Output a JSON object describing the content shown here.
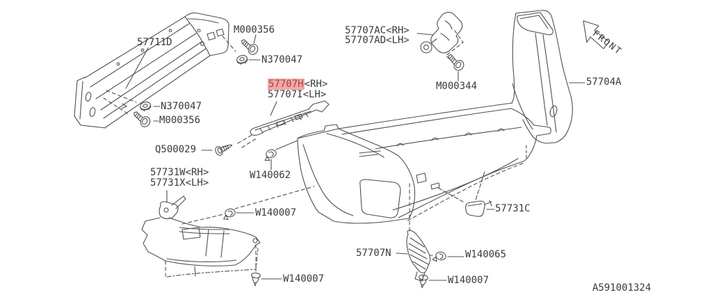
{
  "colors": {
    "background": "#ffffff",
    "line": "#4f4f4f",
    "text": "#3a3a3a",
    "highlight_bg": "#f5a7a5",
    "highlight_text": "#9a4a48"
  },
  "front_indicator": {
    "label": "FRONT"
  },
  "drawing_number": "A591001324",
  "parts": {
    "beam": {
      "code": "57711D"
    },
    "bolt_top": {
      "code": "M000356"
    },
    "nut_top": {
      "code": "N370047"
    },
    "corner_bracket_rh": {
      "code": "57707AC",
      "side": "<RH>"
    },
    "corner_bracket_lh": {
      "code": "57707AD",
      "side": "<LH>"
    },
    "bracket_bolt": {
      "code": "M000344"
    },
    "bumper_cover": {
      "code": "57704A"
    },
    "side_spacer_rh": {
      "code": "57707H",
      "side": "<RH>",
      "highlighted": true
    },
    "side_spacer_lh": {
      "code": "57707I",
      "side": "<LH>"
    },
    "nut_mid": {
      "code": "N370047"
    },
    "bolt_mid": {
      "code": "M000356"
    },
    "screw": {
      "code": "Q500029"
    },
    "mud_guard_rh": {
      "code": "57731W",
      "side": "<RH>"
    },
    "mud_guard_lh": {
      "code": "57731X",
      "side": "<LH>"
    },
    "clip_upper": {
      "code": "W140062"
    },
    "clip_guard_upper": {
      "code": "W140007"
    },
    "clip_guard_lower": {
      "code": "W140007"
    },
    "lower_bracket": {
      "code": "57707N"
    },
    "clip_bracket": {
      "code": "W140065"
    },
    "clip_bracket_lower": {
      "code": "W140007"
    },
    "tow_hook_cover": {
      "code": "57731C"
    }
  }
}
